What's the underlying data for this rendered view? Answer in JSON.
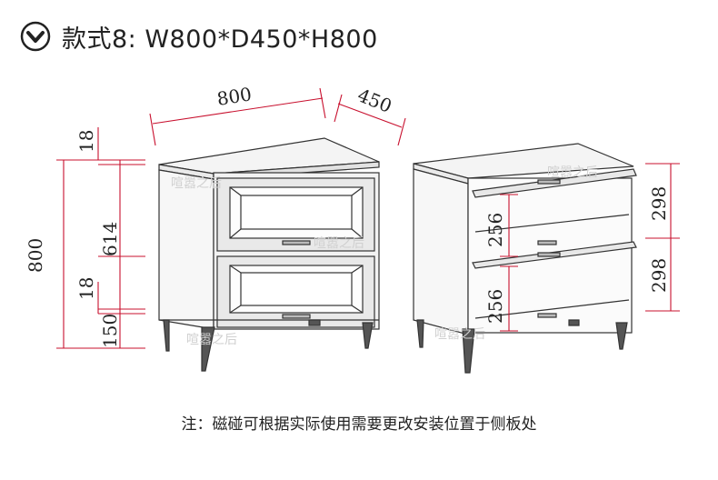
{
  "header": {
    "title": "款式8: W800*D450*H800",
    "icon": "chevron-down-circle-icon"
  },
  "dimensions": {
    "width": "800",
    "depth": "450",
    "total_height": "800",
    "top_thickness": "18",
    "drawer_height": "614",
    "middle_thickness": "18",
    "leg_height": "150",
    "shelf_gap_upper": "256",
    "shelf_gap_lower": "256",
    "flap_upper": "298",
    "flap_lower": "298"
  },
  "watermark": "喧嚣之后",
  "note": "注：磁碰可根据实际使用需要更改安装位置于侧板处",
  "colors": {
    "dimension_red": "#c8102e",
    "line": "#333333"
  }
}
